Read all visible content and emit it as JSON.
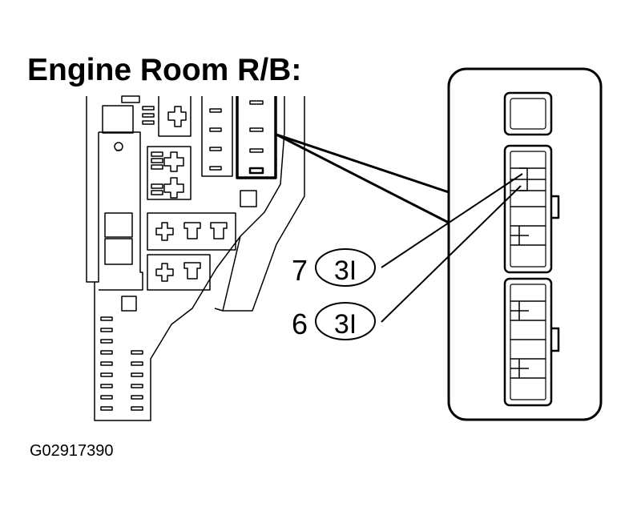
{
  "diagram": {
    "title": "Engine Room R/B:",
    "figure_id": "G02917390",
    "callouts": [
      {
        "pin": "7",
        "connector": "3I"
      },
      {
        "pin": "6",
        "connector": "3I"
      }
    ]
  }
}
